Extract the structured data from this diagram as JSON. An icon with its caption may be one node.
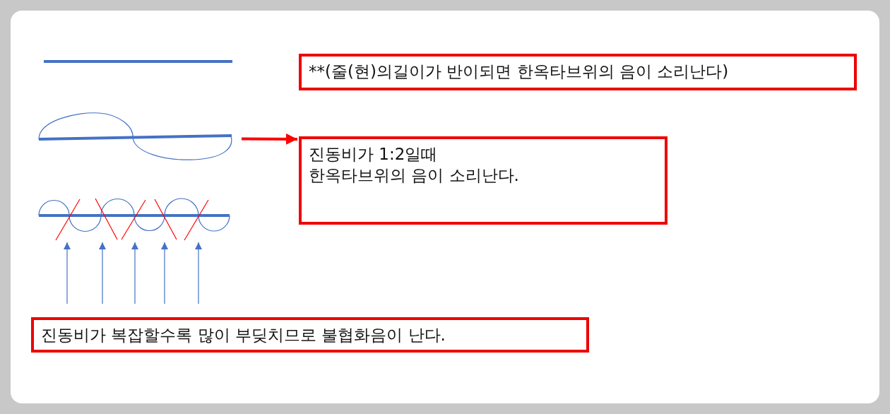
{
  "diagram": {
    "nodes": [
      {
        "text": [
          "**(줄(현)의길이가 반이되면 한옥타브위의 음이 소리난다)"
        ]
      },
      {
        "text": [],
        "shape": "picture"
      },
      {
        "text": [
          "진동비가 1:2일때",
          "한옥타브위의 음이 소리난다."
        ]
      },
      {
        "text": [
          "진동비가 복잡할수록 많이 부딪치므로 불협화음이 난다."
        ]
      }
    ],
    "edges": [
      {
        "from": 1,
        "to": 2,
        "arrow": "to"
      }
    ]
  }
}
